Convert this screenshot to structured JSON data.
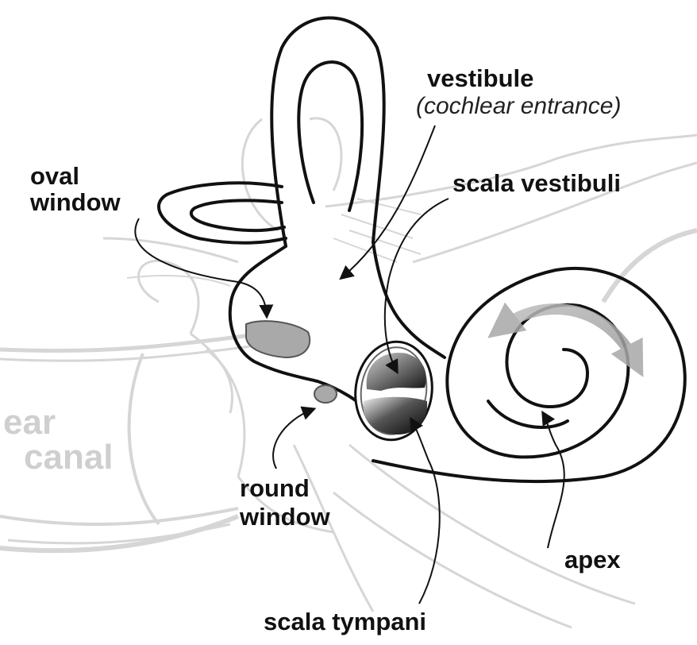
{
  "labels": {
    "vestibule": "vestibule",
    "vestibule_note": "(cochlear entrance)",
    "oval_window_line1": "oval",
    "oval_window_line2": "window",
    "scala_vestibuli": "scala vestibuli",
    "ear_canal_line1": "ear",
    "ear_canal_line2": "canal",
    "round_window_line1": "round",
    "round_window_line2": "window",
    "apex": "apex",
    "scala_tympani": "scala tympani"
  },
  "colors": {
    "outline": "#111111",
    "faint_structures": "#d6d6d6",
    "window_fill": "#a9a9a9",
    "flow_arrow": "#a8a8a8",
    "faint_text": "#cfcfcf"
  }
}
